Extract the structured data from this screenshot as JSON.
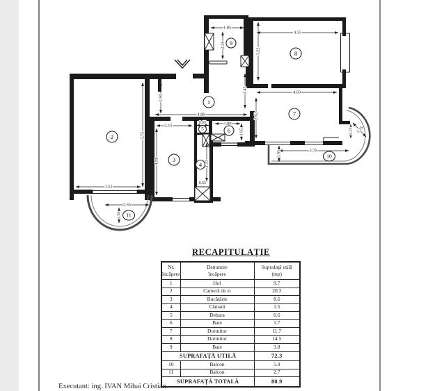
{
  "plan": {
    "rooms": [
      "1",
      "2",
      "3",
      "4",
      "5",
      "6",
      "7",
      "8",
      "9",
      "10",
      "11"
    ],
    "dims": {
      "d0": "1.85",
      "d1": "2.26",
      "d2": "4.55",
      "d3": "3.22",
      "d4": "4.60",
      "d5": "2.62",
      "d6": "2.45",
      "d7": "1.90",
      "d8": "4.80",
      "d9": "2.15",
      "d10": "0.65",
      "d11": "1.80",
      "d12": "1.05",
      "d13": "5.75",
      "d14": "4.08",
      "d15": "2.33",
      "d16": "0.65",
      "d17": "3.52",
      "d18": "2.65",
      "d19": "1.50",
      "d20": "3.70",
      "d21": "0.95",
      "d22": "1.13",
      "d23": "1.35"
    }
  },
  "table": {
    "title": "RECAPITULAŢIE",
    "header": {
      "c1a": "Nr.",
      "c1b": "încăpere",
      "c2a": "Denumire",
      "c2b": "încăpere",
      "c3a": "Suprafaţă utilă",
      "c3b": "(mp)"
    },
    "rows": [
      {
        "nr": "1",
        "name": "Hol",
        "area": "9.7"
      },
      {
        "nr": "2",
        "name": "Cameră de zi",
        "area": "20.2"
      },
      {
        "nr": "3",
        "name": "Bucătărie",
        "area": "8.6"
      },
      {
        "nr": "4",
        "name": "Cămară",
        "area": "1.5"
      },
      {
        "nr": "5",
        "name": "Debara",
        "area": "0.6"
      },
      {
        "nr": "6",
        "name": "Baie",
        "area": "1.7"
      },
      {
        "nr": "7",
        "name": "Dormitor",
        "area": "11.7"
      },
      {
        "nr": "8",
        "name": "Dormitor",
        "area": "14.5"
      },
      {
        "nr": "9",
        "name": "Baie",
        "area": "3.8"
      }
    ],
    "subtotal_label": "SUPRAFAŢĂ UTILĂ",
    "subtotal_value": "72.3",
    "balcony_rows": [
      {
        "nr": "10",
        "name": "Balcon",
        "area": "5.9"
      },
      {
        "nr": "11",
        "name": "Balcon",
        "area": "2.7"
      }
    ],
    "total_label": "SUPRAFAŢĂ TOTALĂ",
    "total_value": "80.9"
  },
  "footer": {
    "executant": "Executant: ing. IVAN Mihai Cristian"
  }
}
